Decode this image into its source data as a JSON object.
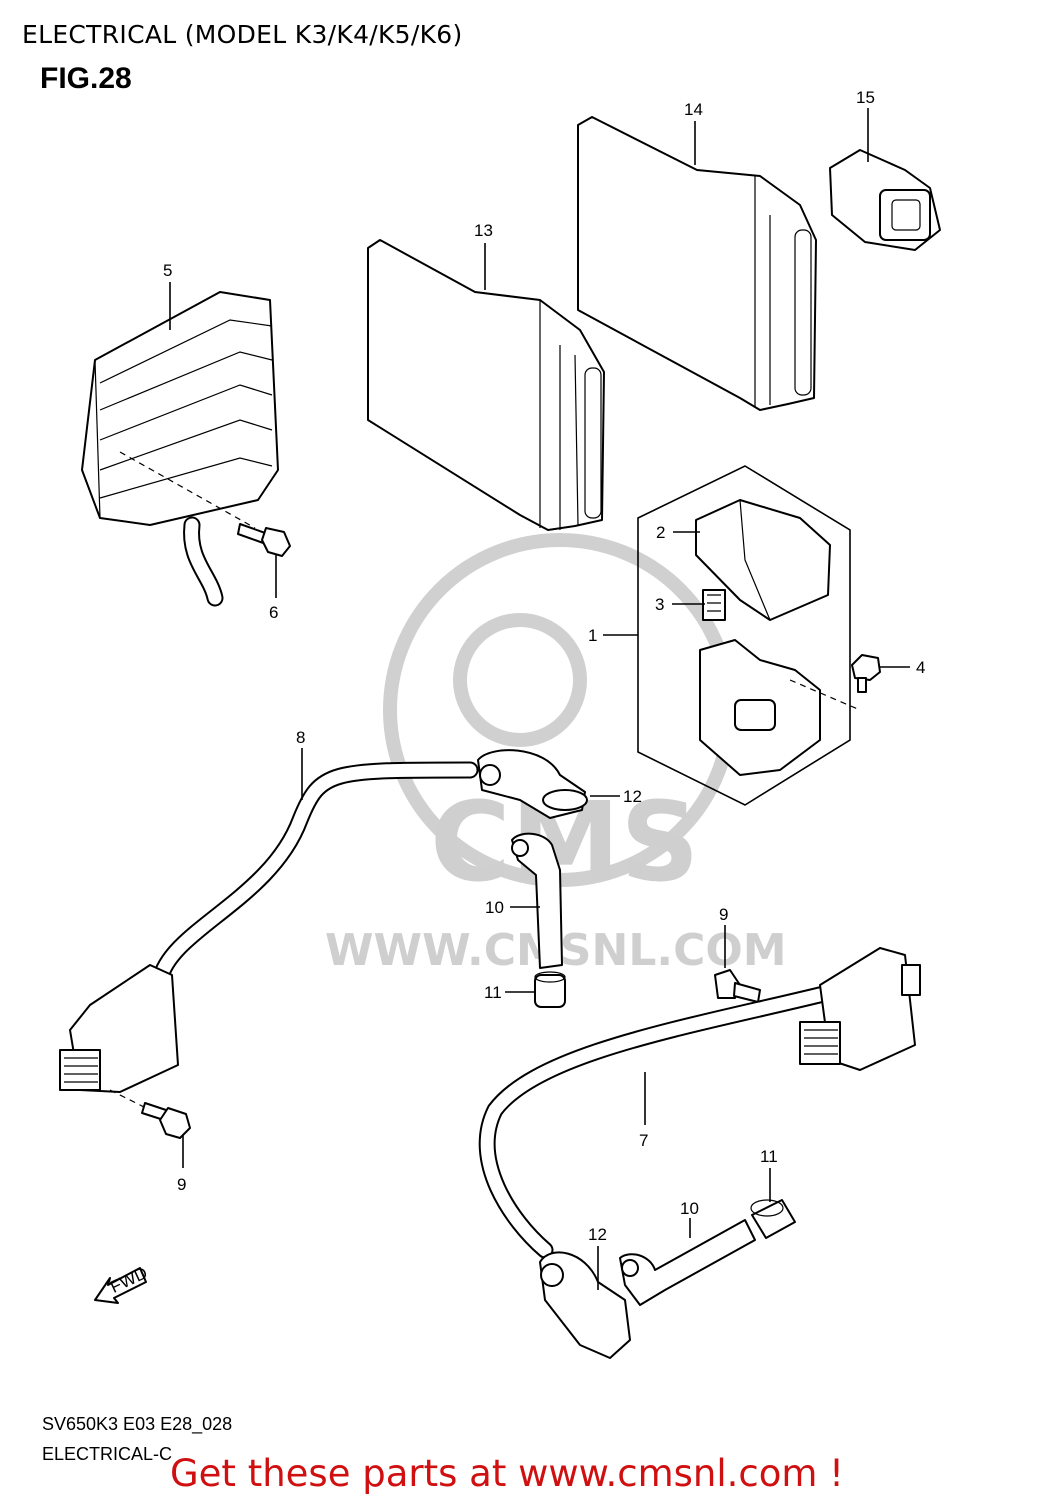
{
  "header": {
    "title": "ELECTRICAL (MODEL K3/K4/K5/K6)",
    "figure": "FIG.28"
  },
  "footer": {
    "code": "SV650K3 E03 E28_028",
    "section": "ELECTRICAL-C",
    "cta": "Get these parts at www.cmsnl.com !"
  },
  "watermark": {
    "brand": "CMS",
    "url": "WWW.CMSNL.COM"
  },
  "fwd_arrow": "FWD",
  "callouts": {
    "c1": "1",
    "c2": "2",
    "c3": "3",
    "c4": "4",
    "c5": "5",
    "c6": "6",
    "c7": "7",
    "c8": "8",
    "c9a": "9",
    "c9b": "9",
    "c10a": "10",
    "c10b": "10",
    "c11a": "11",
    "c11b": "11",
    "c12a": "12",
    "c12b": "12",
    "c13": "13",
    "c14": "14",
    "c15": "15"
  }
}
